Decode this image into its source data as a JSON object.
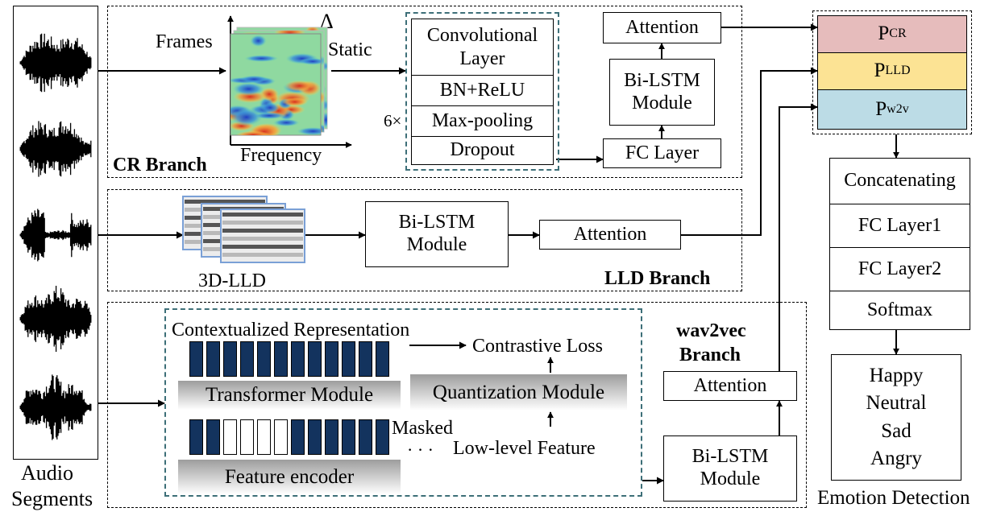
{
  "audio": {
    "label_line1": "Audio",
    "label_line2": "Segments"
  },
  "cr_branch": {
    "title": "CR Branch",
    "axis_frames": "Frames",
    "axis_frequency": "Frequency",
    "delta": "Δ",
    "static": "Static",
    "repeat": "6×",
    "cnn_block": [
      "Convolutional Layer",
      "BN+ReLU",
      "Max-pooling",
      "Dropout"
    ],
    "fc": "FC Layer",
    "bilstm": "Bi-LSTM Module",
    "attention": "Attention"
  },
  "lld_branch": {
    "title": "LLD Branch",
    "input_label": "3D-LLD",
    "bilstm": "Bi-LSTM Module",
    "attention": "Attention"
  },
  "w2v_branch": {
    "title_line1": "wav2vec",
    "title_line2": "Branch",
    "contextualized": "Contextualized Representation",
    "contrastive": "Contrastive Loss",
    "transformer": "Transformer Module",
    "quantization": "Quantization Module",
    "masked": "Masked",
    "dots": "· · ·",
    "low_level": "Low-level Feature",
    "feature_encoder": "Feature encoder",
    "attention": "Attention",
    "bilstm": "Bi-LSTM Module"
  },
  "fusion": {
    "probs": [
      {
        "p": "P",
        "sub": "CR",
        "color": "#e6bcbc"
      },
      {
        "p": "P",
        "sub": "LLD",
        "color": "#fce394"
      },
      {
        "p": "P",
        "sub": "w2v",
        "color": "#bcdce6"
      }
    ],
    "stack": [
      "Concatenating",
      "FC Layer1",
      "FC Layer2",
      "Softmax"
    ],
    "emotions": [
      "Happy",
      "Neutral",
      "Sad",
      "Angry"
    ],
    "title": "Emotion Detection"
  },
  "colors": {
    "dark_blue": "#13335e",
    "teal_dash": "#3d6f78"
  }
}
